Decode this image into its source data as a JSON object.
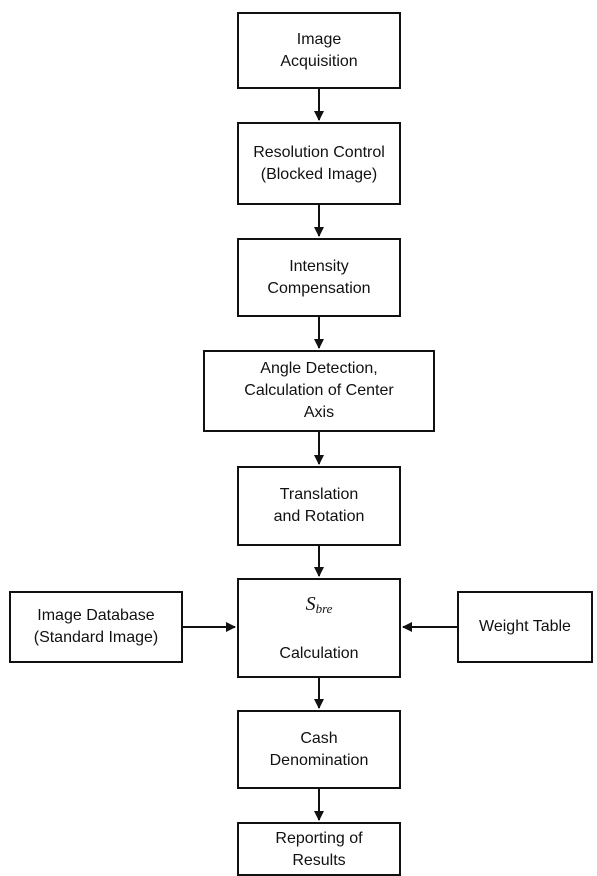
{
  "nodes": {
    "image_acquisition": "Image\nAcquisition",
    "resolution_control": "Resolution Control\n(Blocked Image)",
    "intensity_compensation": "Intensity\nCompensation",
    "angle_detection": "Angle Detection,\nCalculation of Center\nAxis",
    "translation_rotation": "Translation\nand Rotation",
    "sbre_symbol": "S",
    "sbre_subscript": "bre",
    "sbre_label": "Calculation",
    "image_database": "Image Database\n(Standard Image)",
    "weight_table": "Weight Table",
    "cash_denomination": "Cash\nDenomination",
    "reporting_results": "Reporting of\nResults"
  },
  "colors": {
    "stroke": "#111111",
    "background": "#ffffff"
  }
}
